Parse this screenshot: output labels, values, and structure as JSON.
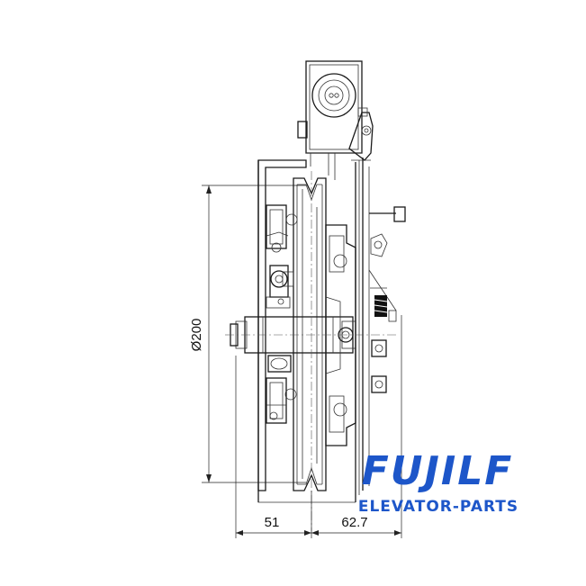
{
  "drawing": {
    "dimensions": {
      "diameter": "Ø200",
      "left_width": "51",
      "right_width": "62.7"
    }
  },
  "watermark": {
    "brand": "FUJILF",
    "tagline": "ELEVATOR-PARTS",
    "color": "#1d56c9"
  }
}
